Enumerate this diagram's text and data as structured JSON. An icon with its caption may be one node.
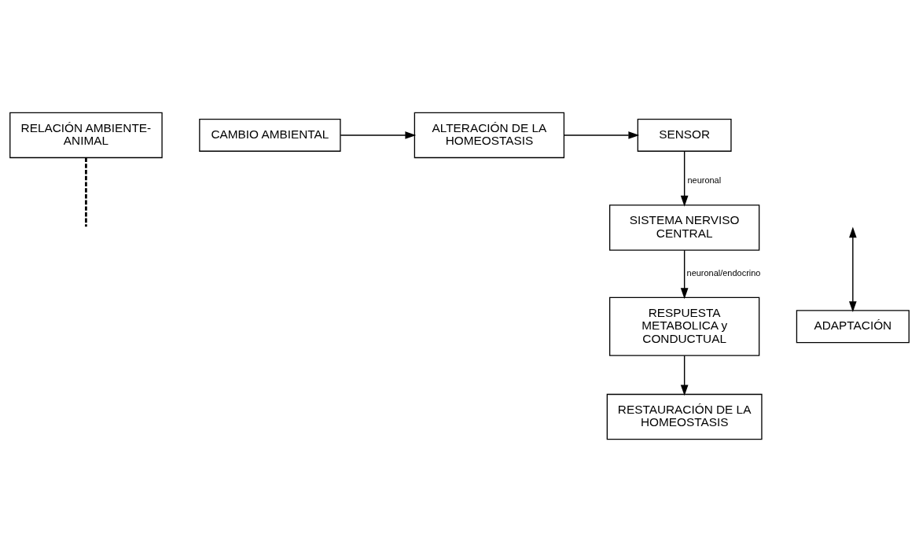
{
  "diagram": {
    "nodes": [
      {
        "text": [
          "RELACIÓN AMBIENTE-ANIMAL"
        ]
      },
      {
        "text": [
          "CAMBIO AMBIENTAL"
        ]
      },
      {
        "text": [
          "ALTERACIÓN DE LA HOMEOSTASIS"
        ]
      },
      {
        "text": [
          "SENSOR"
        ]
      },
      {
        "text": [
          "SISTEMA NERVISO CENTRAL"
        ]
      },
      {
        "text": [
          "ADAPTACIÓN"
        ]
      },
      {
        "text": [
          "RESTAURACIÓN DE LA HOMEOSTASIS"
        ]
      },
      {
        "text": [
          "RESPUESTA METABOLICA y CONDUCTUAL"
        ]
      }
    ],
    "edges": [
      {
        "from": 0,
        "to": null,
        "arrow": "none",
        "style": "dashed"
      },
      {
        "from": 1,
        "to": 2,
        "arrow": "to"
      },
      {
        "from": 2,
        "to": 3,
        "arrow": "to"
      },
      {
        "from": 3,
        "to": 4,
        "arrow": "to",
        "label": "neuronal"
      },
      {
        "from": 4,
        "to": 7,
        "arrow": "to",
        "label": "neuronal/endocrino"
      },
      {
        "from": null,
        "to": 5,
        "arrow": "both"
      },
      {
        "from": 7,
        "to": 6,
        "arrow": "to"
      }
    ]
  }
}
